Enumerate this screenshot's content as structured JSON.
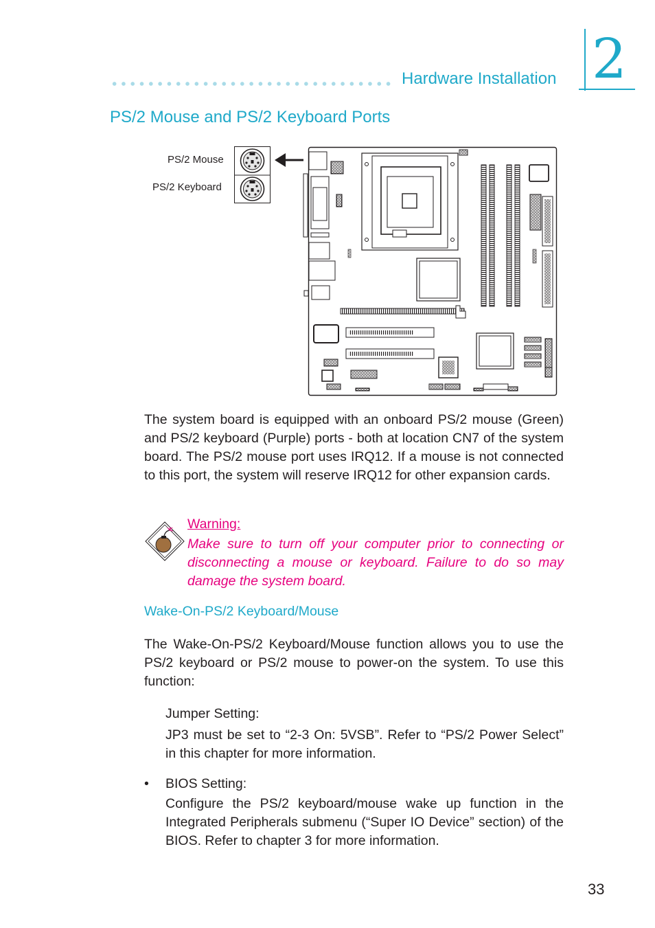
{
  "header": {
    "section": "Hardware Installation",
    "chapter_number": "2"
  },
  "title": "PS/2 Mouse and PS/2 Keyboard Ports",
  "diagram": {
    "label_mouse": "PS/2  Mouse",
    "label_keyboard": "PS/2  Keyboard"
  },
  "intro": "The system board is equipped with an onboard PS/2 mouse (Green) and PS/2 keyboard (Purple) ports - both at location CN7 of the system board. The PS/2 mouse port uses IRQ12. If a mouse is not connected to this port, the system will reserve IRQ12 for other expansion cards.",
  "warning": {
    "heading": "Warning:",
    "text": "Make sure to turn off your computer prior to connecting or disconnecting a mouse or keyboard. Failure to do so may damage the system board."
  },
  "wake": {
    "heading": "Wake-On-PS/2 Keyboard/Mouse",
    "text": "The Wake-On-PS/2 Keyboard/Mouse function allows you to use the PS/2 keyboard or PS/2 mouse to power-on the system. To use this function:"
  },
  "jumper": {
    "heading": "Jumper Setting:",
    "text": "JP3 must be set to “2-3 On: 5VSB”. Refer to “PS/2 Power Select” in this chapter for more information."
  },
  "bios": {
    "bullet": "•",
    "heading": "BIOS Setting:",
    "text": "Configure the PS/2 keyboard/mouse wake up function in the Integrated Peripherals submenu (“Super IO Device” section) of the BIOS. Refer to chapter 3 for more information."
  },
  "page_number": "33",
  "colors": {
    "accent": "#1fa9c9",
    "warning": "#e6007e",
    "text": "#231f20"
  }
}
